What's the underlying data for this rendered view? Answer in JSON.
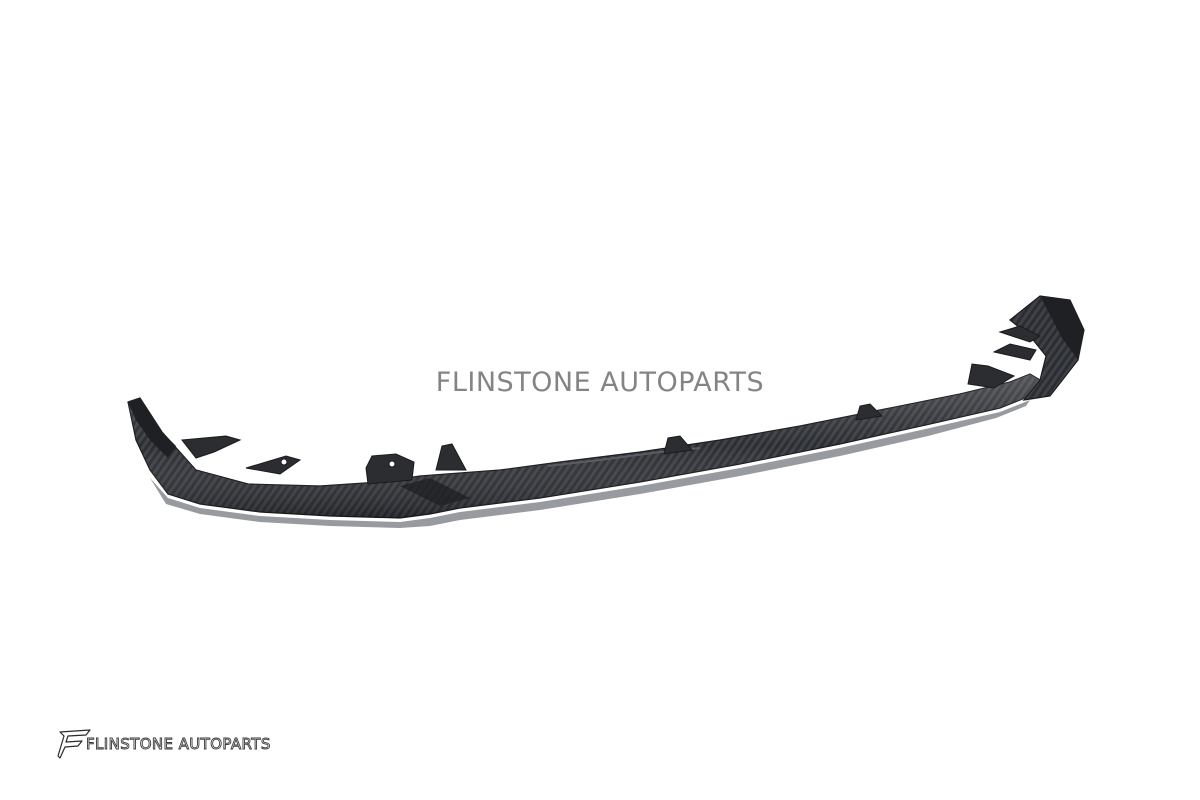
{
  "photo": {
    "subject": "Carbon fiber front lip splitter",
    "background_color": "#ffffff",
    "carbon_color": "#2b2d31",
    "carbon_weave_color": "#4a4d53",
    "edge_highlight_color": "#8c8f95",
    "shadow_color": "#1a1b1e"
  },
  "watermark": {
    "text": "FLINSTONE AUTOPARTS"
  },
  "logo": {
    "text": "FLINSTONE AUTOPARTS",
    "icon": "flinstone-f-mark-icon"
  }
}
